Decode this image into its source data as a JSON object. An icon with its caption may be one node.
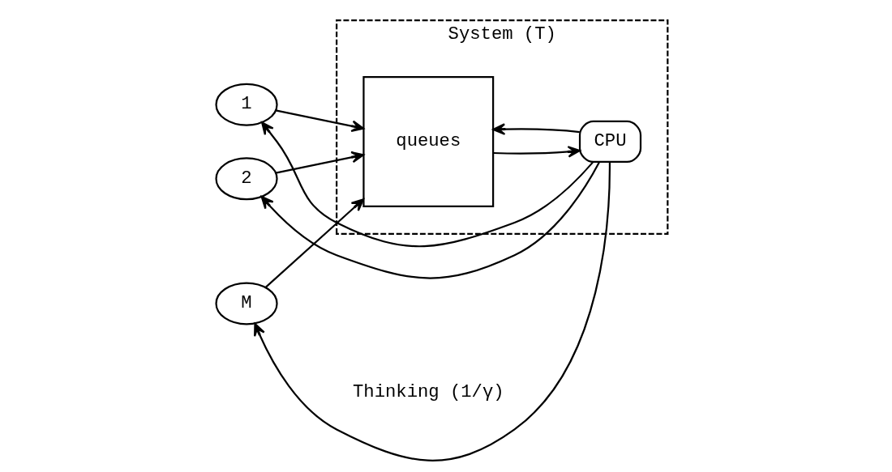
{
  "diagram": {
    "nodes": [
      {
        "text": [
          "1"
        ]
      },
      {
        "text": [
          "2"
        ]
      },
      {
        "text": [
          "M"
        ]
      },
      {
        "text": [
          "System (T)"
        ]
      },
      {
        "text": [
          "queues"
        ],
        "in": 3
      },
      {
        "text": [
          "CPU"
        ],
        "in": 3
      }
    ],
    "edges": [
      {
        "from": 0,
        "to": 4,
        "arrow": "to"
      },
      {
        "from": 1,
        "to": 4,
        "arrow": "to"
      },
      {
        "from": 2,
        "to": 4,
        "arrow": "to"
      },
      {
        "from": 4,
        "to": 5,
        "arrow": "to"
      },
      {
        "from": 5,
        "to": 4,
        "arrow": "to"
      },
      {
        "from": 5,
        "to": 0,
        "arrow": "to"
      },
      {
        "from": 5,
        "to": 1,
        "arrow": "to"
      },
      {
        "from": 5,
        "to": 2,
        "arrow": "to"
      }
    ],
    "labels": [
      "Thinking (1/γ)"
    ]
  }
}
